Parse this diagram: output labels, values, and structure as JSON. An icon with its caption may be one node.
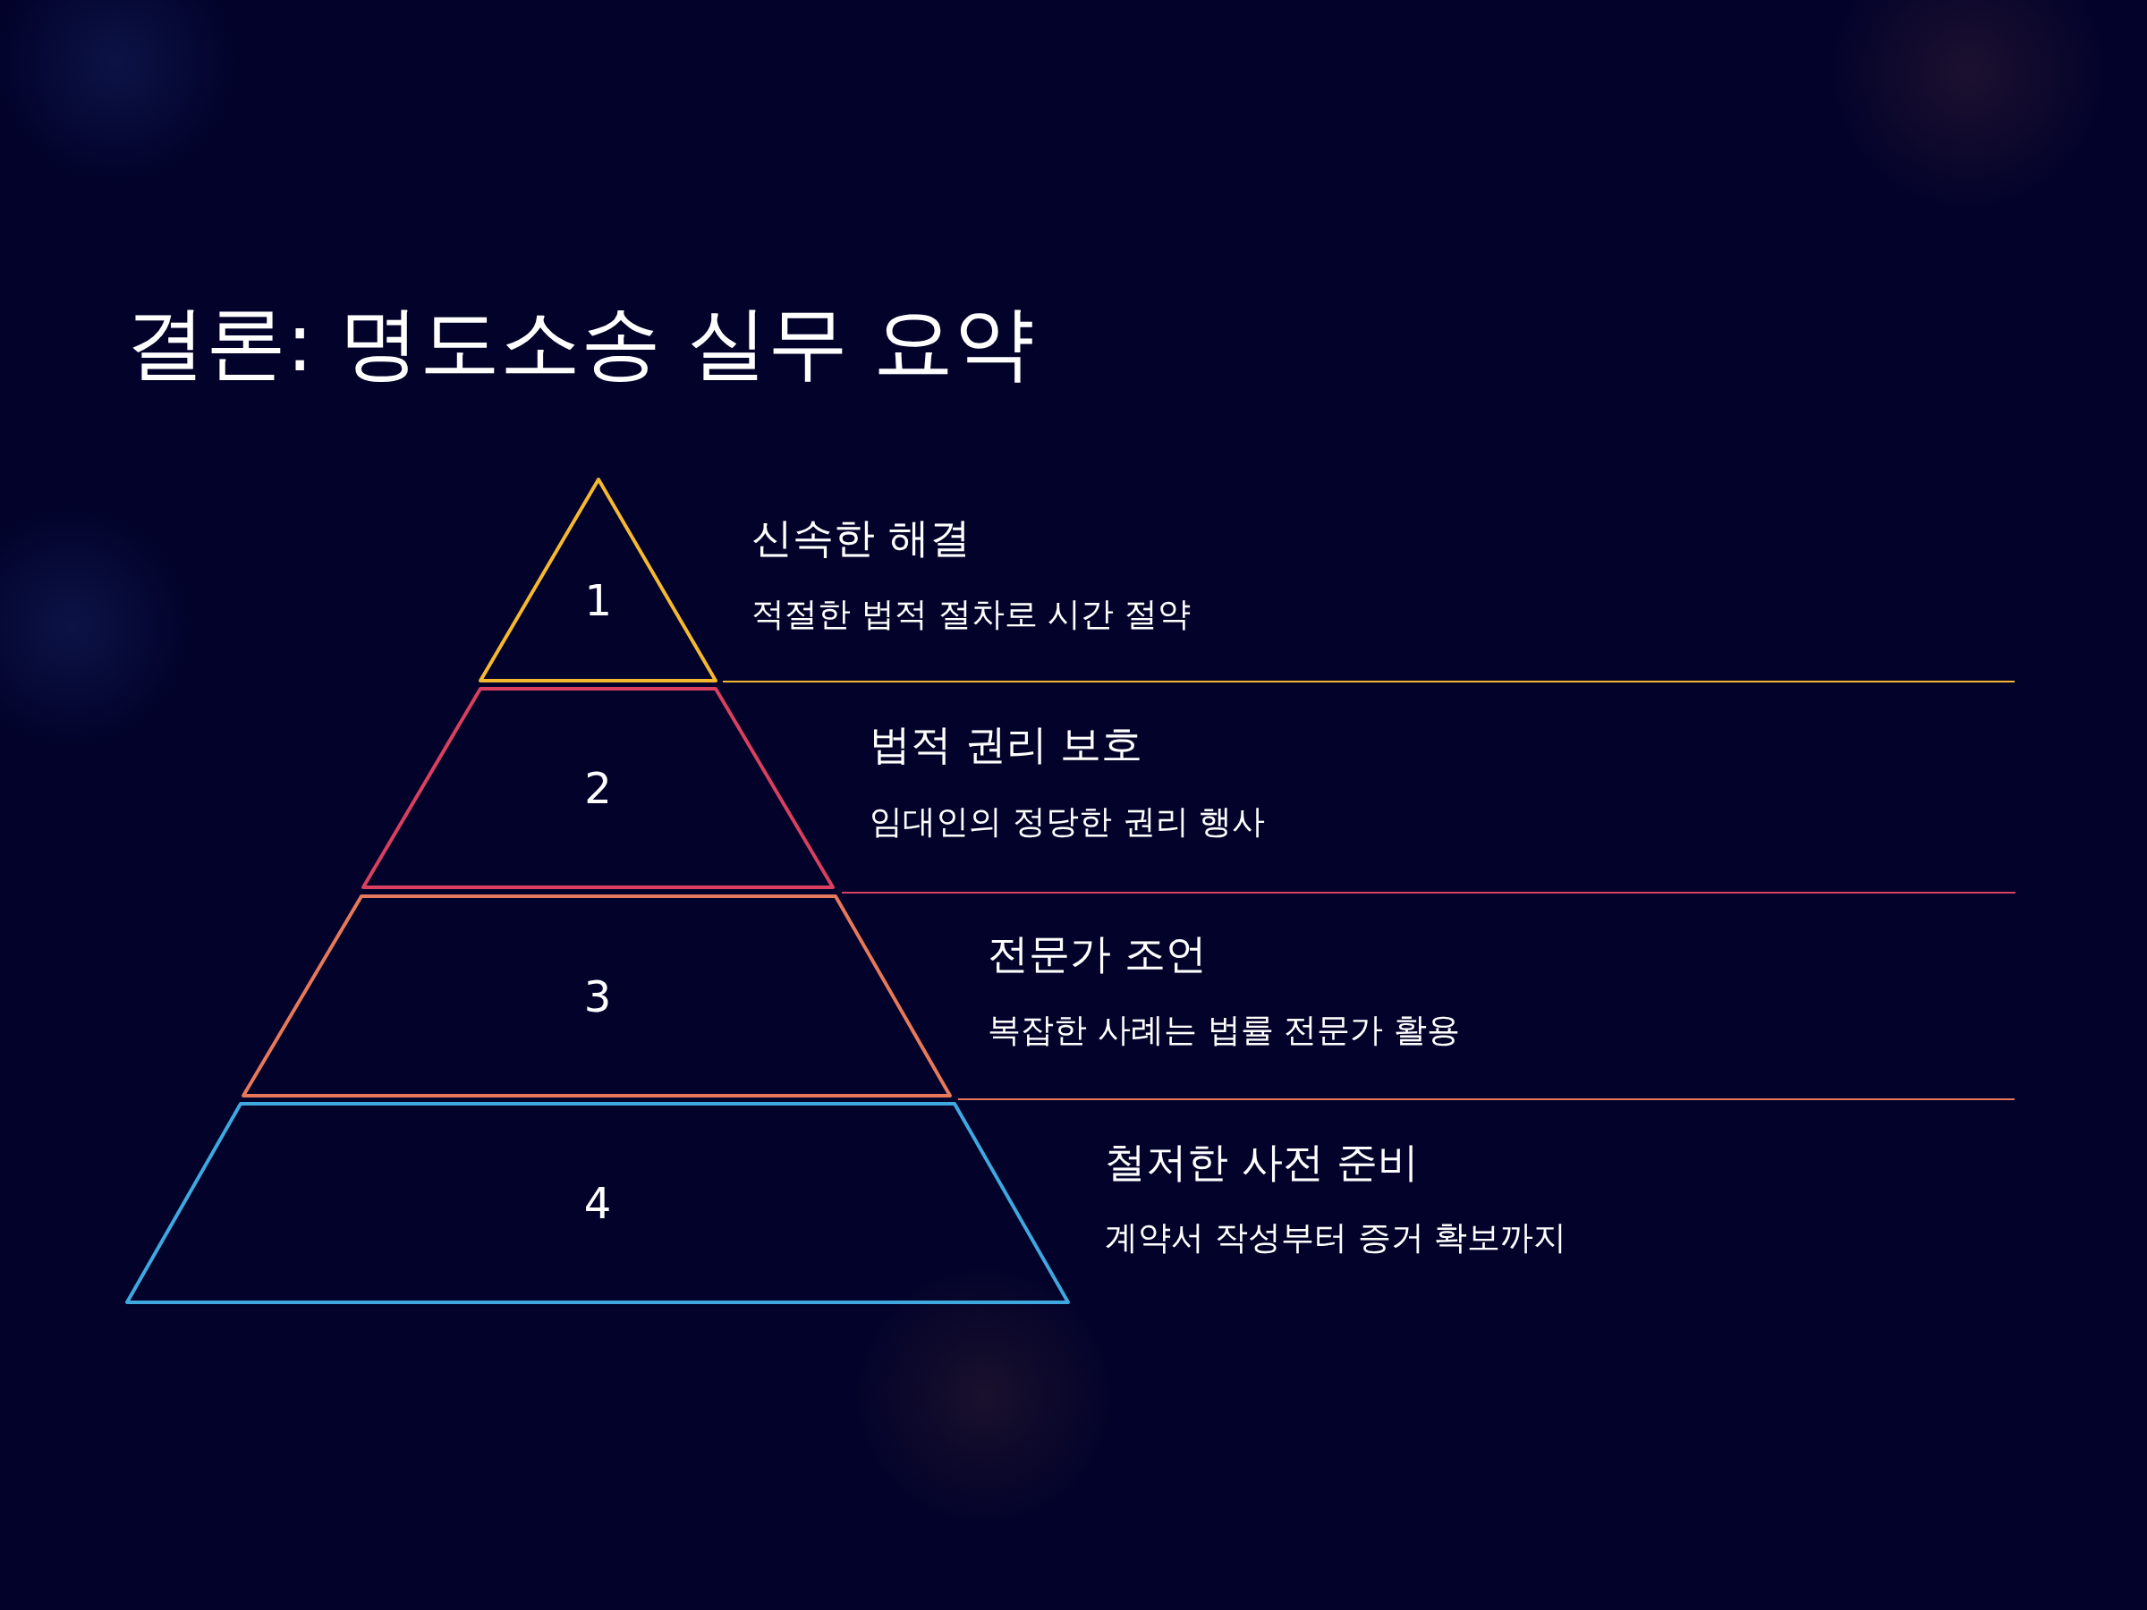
{
  "diagram": {
    "title": "결론: 명도소송 실무 요약",
    "nodes": [
      {
        "text": [
          "1"
        ],
        "beside": [
          "신속한 해결",
          "적절한 법적 절차로 시간 절약"
        ]
      },
      {
        "text": [
          "2"
        ],
        "beside": [
          "법적 권리 보호",
          "임대인의 정당한 권리 행사"
        ]
      },
      {
        "text": [
          "3"
        ],
        "beside": [
          "전문가 조언",
          "복잡한 사례는 법률 전문가 활용"
        ]
      },
      {
        "text": [
          "4"
        ],
        "beside": [
          "철저한 사전 준비",
          "계약서 작성부터 증거 확보까지"
        ]
      }
    ]
  }
}
